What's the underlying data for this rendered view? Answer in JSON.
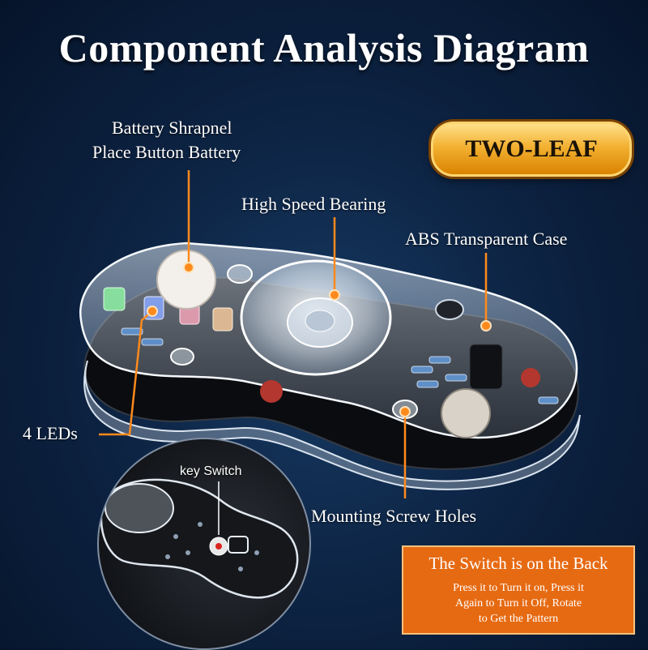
{
  "title": "Component Analysis Diagram",
  "badge": "TWO-LEAF",
  "labels": {
    "battery_line1": "Battery Shrapnel",
    "battery_line2": "Place Button Battery",
    "bearing": "High Speed Bearing",
    "case": "ABS Transparent Case",
    "leds": "4 LEDs",
    "screw_holes": "Mounting Screw Holes",
    "key_switch": "key Switch"
  },
  "callout": {
    "title": "The Switch is on the Back",
    "body_line1": "Press it to Turn it on, Press it",
    "body_line2": "Again to Turn it Off, Rotate",
    "body_line3": "to Get the Pattern"
  },
  "colors": {
    "accent_orange": "#ff8a1c",
    "badge_gold": "#f3b132",
    "callout_bg": "#e66a12"
  }
}
